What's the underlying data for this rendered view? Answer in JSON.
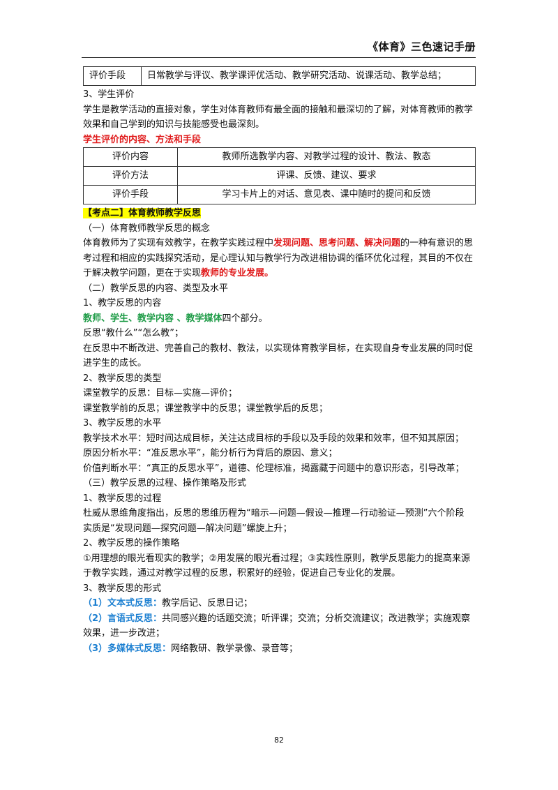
{
  "header": {
    "title": "《体育》三色速记手册"
  },
  "table1": {
    "label": "评价手段",
    "value": "日常教学与评议、教学课评优活动、教学研究活动、说课活动、教学总结；"
  },
  "s3_heading": "3、学生评价",
  "s3_text": "学生是教学活动的直接对象，学生对体育教师有最全面的接触和最深切的了解，对体育教师的教学效果和自己学到的知识与技能感受也最深刻。",
  "s3_red_heading": "学生评价的内容、方法和手段",
  "table2": [
    {
      "label": "评价内容",
      "value": "教师所选教学内容、对教学过程的设计、教法、教态"
    },
    {
      "label": "评价方法",
      "value": "评课、反馈、建议、要求"
    },
    {
      "label": "评价手段",
      "value": "学习卡片上的对话、意见表、课中随时的提问和反馈"
    }
  ],
  "kd2": "【考点二】体育教师教学反思",
  "p1_heading": "（一）体育教师教学反思的概念",
  "p1": {
    "a": "体育教师为了实现有效教学，在教学实践过程中",
    "r1": "发现问题、思考问题、解决问题",
    "b": "的一种有意识的思考过程和相应的实践探究活动，是心理认知与教学行为改进相协调的循环优化过程，其目的不仅在于解决教学问题，更在于实现",
    "r2": "教师的专业发展。"
  },
  "p2_heading": "（二）教学反思的内容、类型及水平",
  "p2_1": "1、教学反思的内容",
  "p2_1_green": "教师、学生、教学内容 、教学媒体",
  "p2_1_tail": "四个部分。",
  "p2_1_b": "反思“教什么”“怎么教”；",
  "p2_1_c": "在反思中不断改进、完善自己的教材、教法，以实现体育教学目标，在实现自身专业发展的同时促进学生的成长。",
  "p2_2": "2、教学反思的类型",
  "p2_2_a": "课堂教学的反思：目标—实施—评价；",
  "p2_2_b": "课堂教学前的反思；课堂教学中的反思；课堂教学后的反思；",
  "p2_3": "3、教学反思的水平",
  "p2_3_a": "教学技术水平：短时间达成目标，关注达成目标的手段以及手段的效果和效率，但不知其原因；",
  "p2_3_b": "原因分析水平：“准反思水平”，能分析行为背后的原因、意义；",
  "p2_3_c": "价值判断水平：“真正的反思水平”，道德、伦理标准，揭露藏于问题中的意识形态，引导改革；",
  "p3_heading": "（三）教学反思的过程、操作策略及形式",
  "p3_1": "1、教学反思的过程",
  "p3_1_a": "杜威从思维角度指出，反思的思维历程为“暗示—问题—假设—推理—行动验证—预测”六个阶段",
  "p3_1_b": "实质是“发现问题—探究问题—解决问题”螺旋上升；",
  "p3_2": "2、教学反思的操作策略",
  "p3_2_a": "①用理想的眼光看现实的教学；②用发展的眼光看过程；③实践性原则，教学反思能力的提高来源于教学实践，通过对教学过程的反思，积累好的经验，促进自己专业化的发展。",
  "p3_3": "3、教学反思的形式",
  "forms": [
    {
      "label": "（1）文本式反思：",
      "text": "教学后记、反思日记；"
    },
    {
      "label": "（2）言语式反思：",
      "text": "共同感兴趣的话题交流；听评课；交流；分析交流建议；改进教学；实施观察效果，进一步改进；"
    },
    {
      "label": "（3）多媒体式反思：",
      "text": "网络教研、教学录像、录音等；"
    }
  ],
  "page_number": "82",
  "colors": {
    "red": "#e0191a",
    "green": "#1d9b46",
    "blue": "#1b7fd1",
    "highlight": "#ffff00"
  }
}
